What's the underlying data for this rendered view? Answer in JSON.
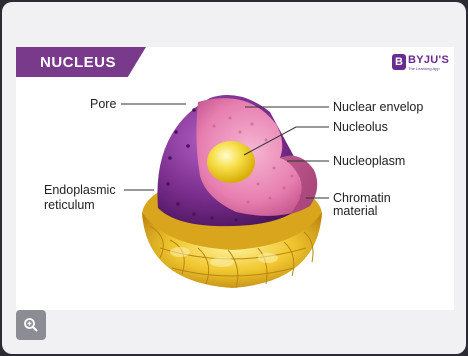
{
  "header": {
    "title": "NUCLEUS"
  },
  "brand": {
    "name": "BYJU'S",
    "tagline": "The Learning App",
    "mark": "B"
  },
  "labels": {
    "pore": "Pore",
    "nuclear_envelope": "Nuclear envelop",
    "nucleolus": "Nucleolus",
    "nucleoplasm": "Nucleoplasm",
    "endoplasmic_line1": "Endoplasmic",
    "endoplasmic_line2": "reticulum",
    "chromatin_line1": "Chromatin",
    "chromatin_line2": "material"
  },
  "controls": {
    "zoom_icon": "zoom-in-icon"
  },
  "colors": {
    "title_bg": "#7a3a8c",
    "envelope_purple": "#7b2e8e",
    "nucleoplasm_pink": "#e77fb0",
    "nucleolus_yellow": "#f2d313",
    "er_gold": "#e6b422"
  }
}
